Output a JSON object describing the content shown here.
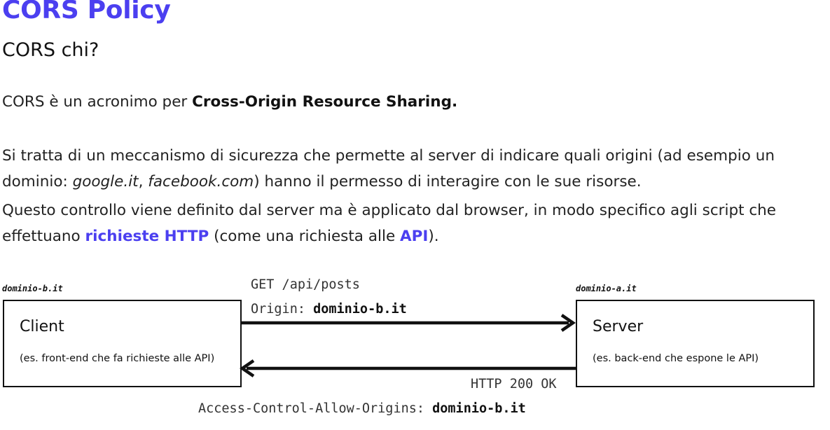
{
  "header": {
    "title": "CORS Policy",
    "subtitle": "CORS chi?"
  },
  "intro": {
    "prefix": "CORS è un acronimo per ",
    "term": "Cross-Origin Resource Sharing."
  },
  "description": {
    "line1": "Si tratta di un meccanismo di sicurezza che permette al server di indicare quali origini (ad esempio un",
    "line2_prefix": "dominio: ",
    "example1": "google.it",
    "sep": ", ",
    "example2": "facebook.com",
    "line2_suffix": ") hanno il permesso di interagire con le sue risorse."
  },
  "enforcement": {
    "line1": "Questo controllo viene definito dal server ma è applicato dal browser, in modo specifico agli script che",
    "line2_prefix": "effettuano ",
    "link1": "richieste HTTP",
    "line2_mid": " (come una richiesta alle ",
    "link2": "API",
    "line2_suffix": ")."
  },
  "diagram": {
    "client": {
      "domain": "dominio-b.it",
      "title": "Client",
      "description": "(es. front-end che fa richieste alle API)"
    },
    "server": {
      "domain": "dominio-a.it",
      "title": "Server",
      "description": "(es. back-end che espone le API)"
    },
    "request": {
      "line": "GET /api/posts",
      "origin_label": "Origin: ",
      "origin_value": "dominio-b.it"
    },
    "response": {
      "status": "HTTP 200 OK",
      "header_label": "Access-Control-Allow-Origins: ",
      "header_value": "dominio-b.it"
    }
  }
}
